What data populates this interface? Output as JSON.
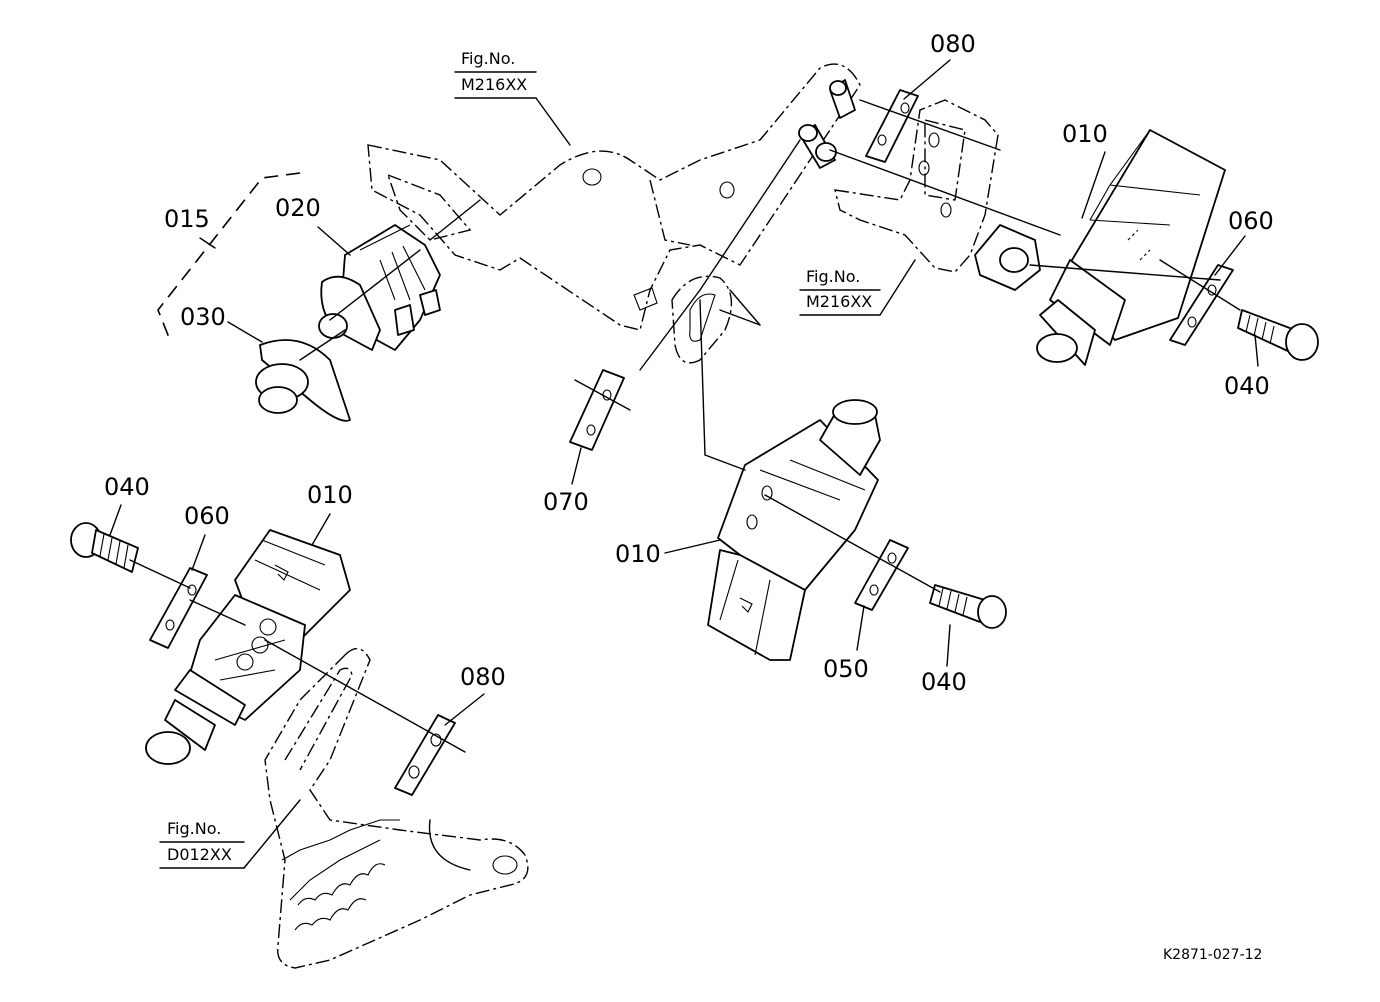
{
  "callouts": {
    "c010_top": "010",
    "c010_mid": "010",
    "c010_left": "010",
    "c015": "015",
    "c020": "020",
    "c030": "030",
    "c040_top": "040",
    "c040_mid": "040",
    "c040_left": "040",
    "c050": "050",
    "c060_top": "060",
    "c060_left": "060",
    "c070": "070",
    "c080_top": "080",
    "c080_left": "080"
  },
  "figure_refs": {
    "ref_top": {
      "label": "Fig.No.",
      "code": "M216XX"
    },
    "ref_right": {
      "label": "Fig.No.",
      "code": "M216XX"
    },
    "ref_bottom": {
      "label": "Fig.No.",
      "code": "D012XX"
    }
  },
  "drawing_code": "K2871-027-12"
}
